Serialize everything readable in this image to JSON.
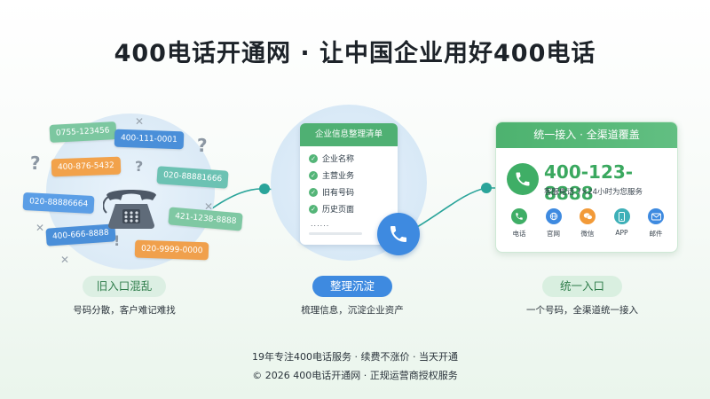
{
  "title": "400电话开通网 · 让中国企业用好400电话",
  "colors": {
    "green": "#4db26f",
    "blue": "#3e8ae0",
    "teal": "#2aa49a"
  },
  "chaos": {
    "numbers": [
      {
        "text": "0755-123456",
        "color": "#7cc7a0"
      },
      {
        "text": "400-111-0001",
        "color": "#4a8fd9"
      },
      {
        "text": "400-876-5432",
        "color": "#f2a24b"
      },
      {
        "text": "020-88881666",
        "color": "#6cc2b3"
      },
      {
        "text": "020-88886664",
        "color": "#5b9ee6"
      },
      {
        "text": "421-1238-8888",
        "color": "#7fc8a3"
      },
      {
        "text": "400-666-8888",
        "color": "#4a8fd9"
      },
      {
        "text": "020-9999-0000",
        "color": "#f0a04c"
      }
    ],
    "pill": "旧入口混乱",
    "caption": "号码分散，客户难记难找"
  },
  "organize": {
    "list_title": "企业信息整理清单",
    "items": [
      "企业名称",
      "主营业务",
      "旧有号码",
      "历史页面"
    ],
    "more": "......",
    "pill": "整理沉淀",
    "caption": "梳理信息，沉淀企业资产"
  },
  "unified": {
    "header": "统一接入 · 全渠道覆盖",
    "number": "400-123-8888",
    "service": "客服电话 7×24小时为您服务",
    "channels": [
      {
        "label": "电话",
        "icon": "phone-icon",
        "color": "#3fae66"
      },
      {
        "label": "官网",
        "icon": "globe-icon",
        "color": "#3e8ae0"
      },
      {
        "label": "微信",
        "icon": "wechat-icon",
        "color": "#f29a38"
      },
      {
        "label": "APP",
        "icon": "app-icon",
        "color": "#3eb0b8"
      },
      {
        "label": "邮件",
        "icon": "mail-icon",
        "color": "#3e8ae0"
      }
    ],
    "pill": "统一入口",
    "caption": "一个号码，全渠道统一接入"
  },
  "footer": {
    "line1": "19年专注400电话服务 · 续费不涨价 · 当天开通",
    "line2": "© 2026 400电话开通网 · 正规运营商授权服务"
  }
}
